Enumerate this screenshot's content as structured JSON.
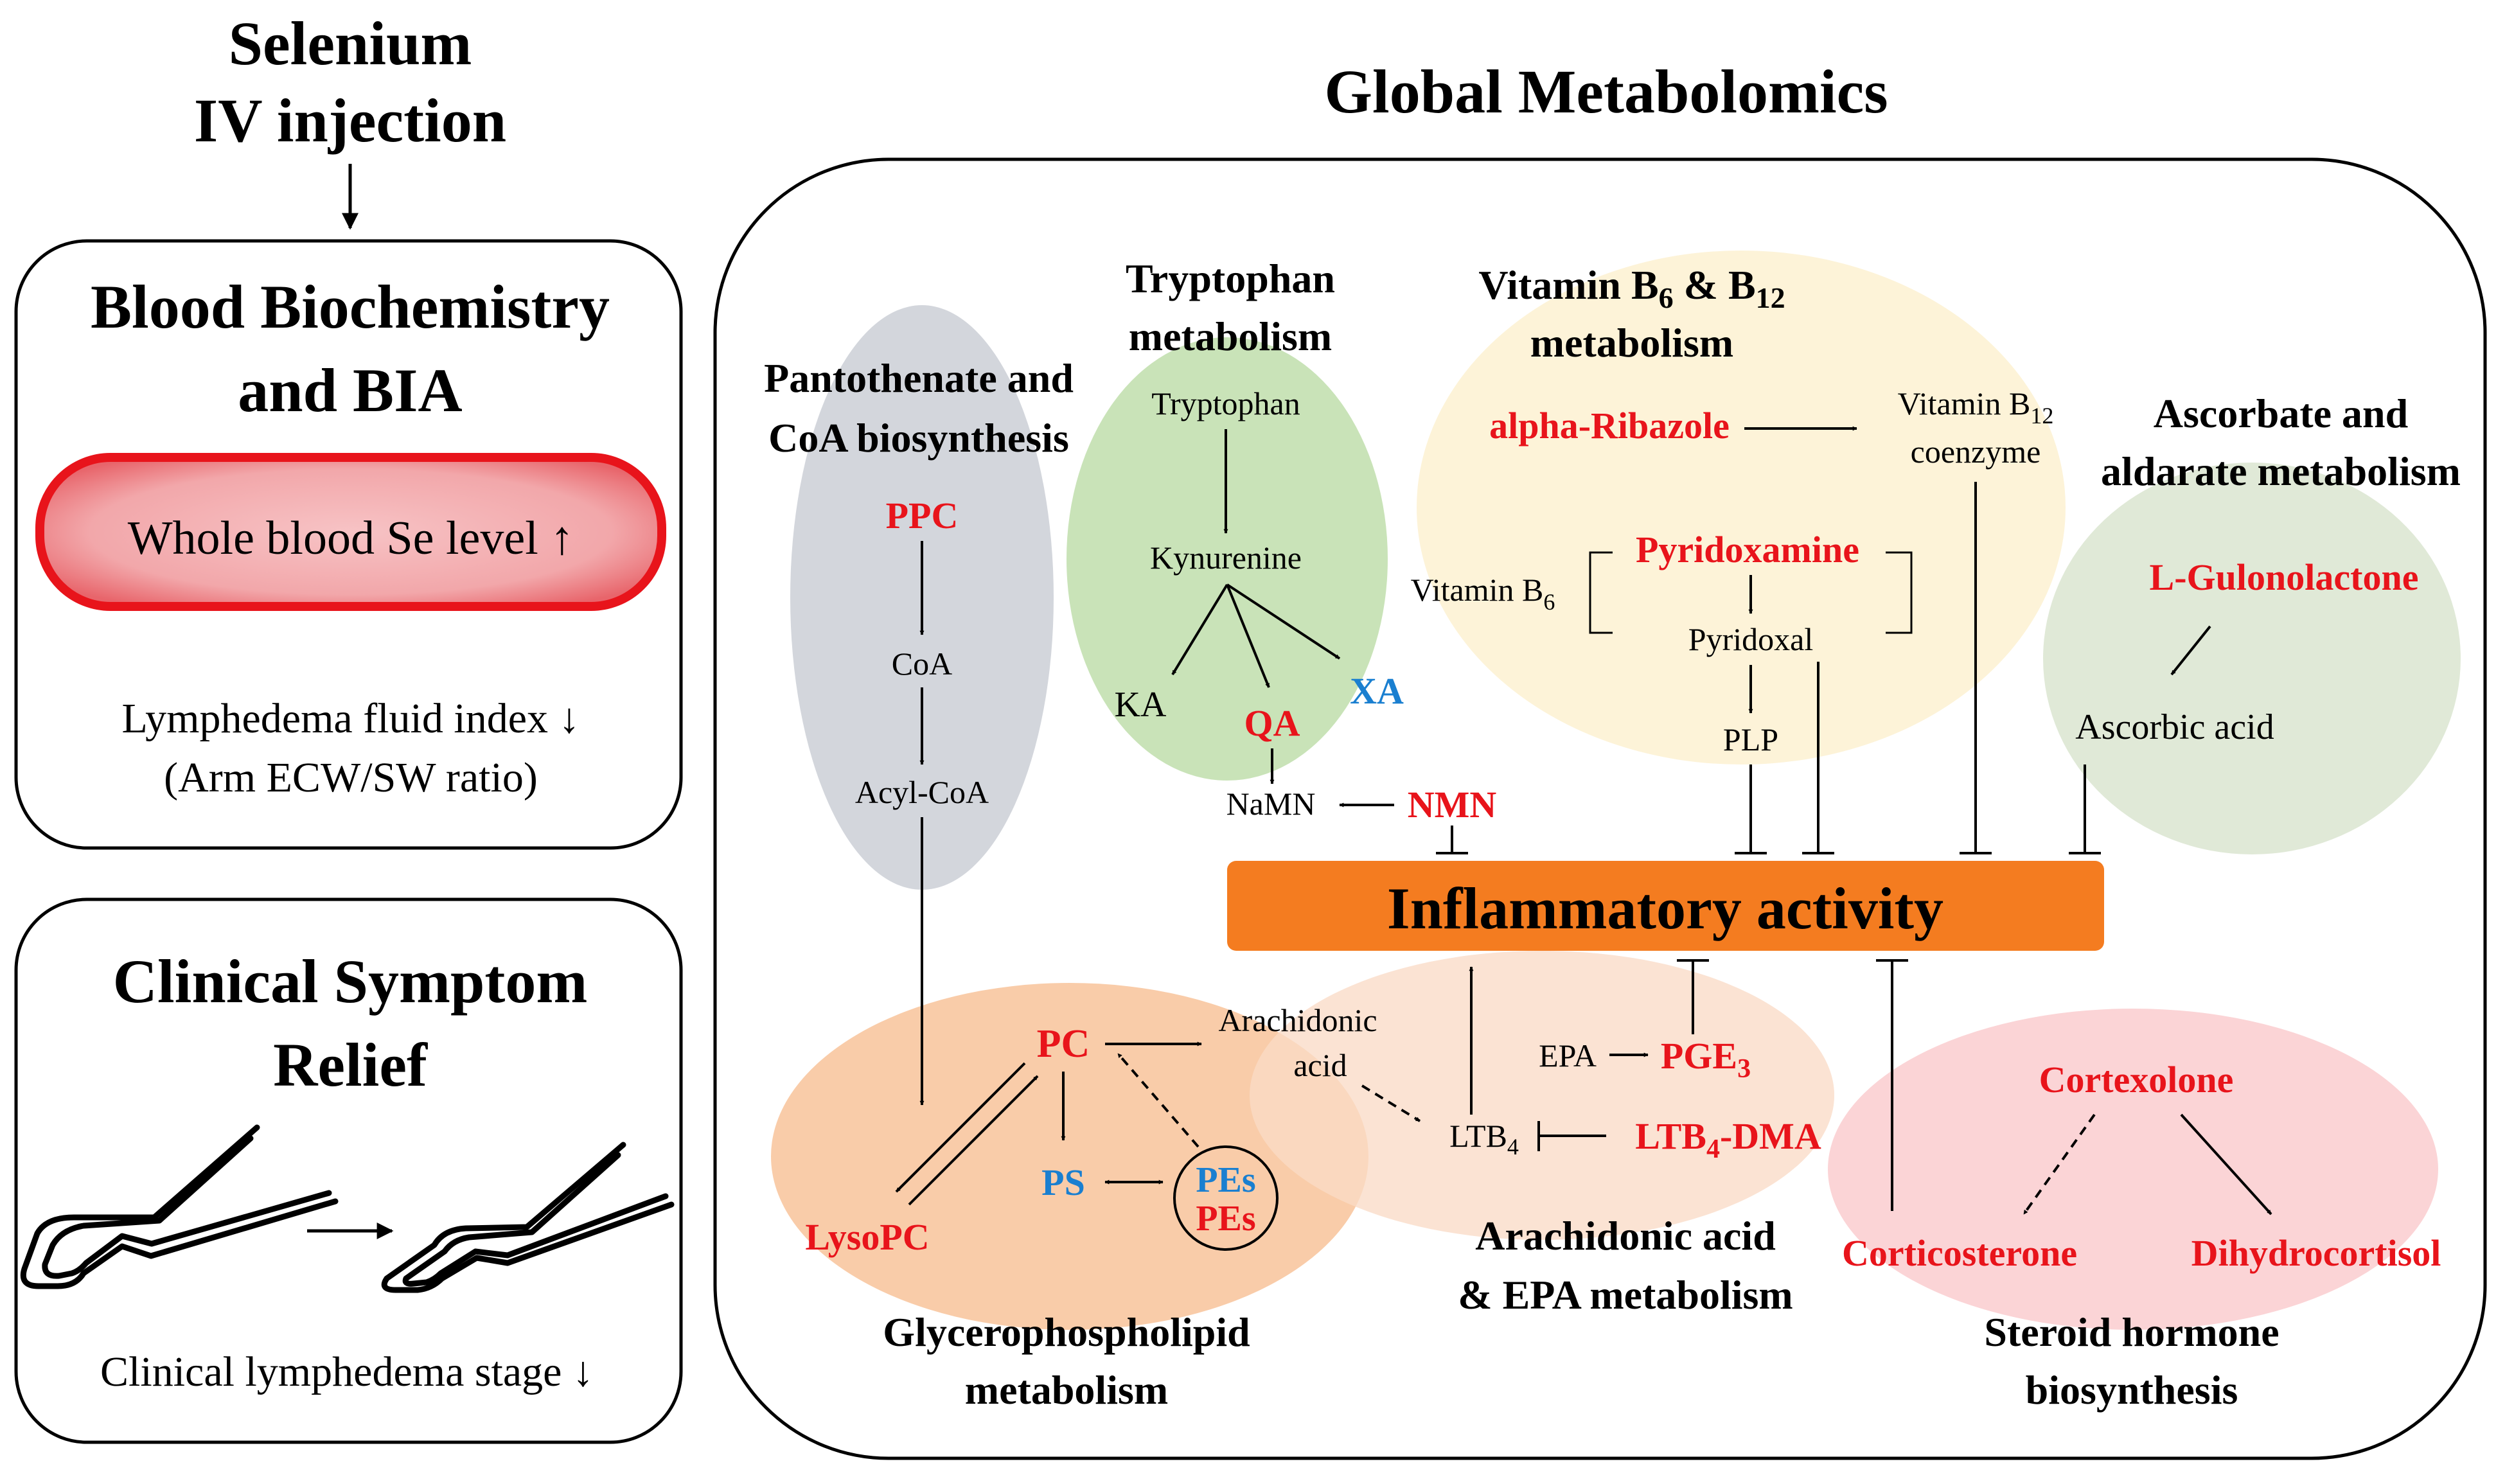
{
  "left": {
    "title_line1": "Selenium",
    "title_line2": "IV injection",
    "box1": {
      "title_line1": "Blood Biochemistry",
      "title_line2": "and BIA",
      "highlight": "Whole blood Se level ↑",
      "item_line1": "Lymphedema fluid index ↓",
      "item_line2": "(Arm ECW/SW ratio)"
    },
    "box2": {
      "title_line1": "Clinical Symptom",
      "title_line2": "Relief",
      "item": "Clinical lymphedema stage ↓"
    }
  },
  "main": {
    "title": "Global Metabolomics",
    "central": "Inflammatory activity",
    "pathways": {
      "pantothenate": {
        "label_line1": "Pantothenate and",
        "label_line2": "CoA biosynthesis",
        "ppc": "PPC",
        "coa": "CoA",
        "acylcoa": "Acyl-CoA"
      },
      "tryptophan": {
        "label_line1": "Tryptophan",
        "label_line2": "metabolism",
        "tryptophan": "Tryptophan",
        "kynurenine": "Kynurenine",
        "ka": "KA",
        "qa": "QA",
        "xa": "XA",
        "namn": "NaMN",
        "nmn": "NMN"
      },
      "vitamin": {
        "label_line1_a": "Vitamin B",
        "label_line1_sub1": "6",
        "label_line1_b": " & B",
        "label_line1_sub2": "12",
        "label_line2": "metabolism",
        "alpha_ribazole": "alpha-Ribazole",
        "b12_a": "Vitamin B",
        "b12_sub": "12",
        "b12_line2": "coenzyme",
        "b6_a": "Vitamin B",
        "b6_sub": "6",
        "pyridoxamine": "Pyridoxamine",
        "pyridoxal": "Pyridoxal",
        "plp": "PLP"
      },
      "ascorbate": {
        "label_line1": "Ascorbate and",
        "label_line2": "aldarate metabolism",
        "gulonolactone": "L-Gulonolactone",
        "ascorbic": "Ascorbic  acid"
      },
      "glycero": {
        "label_line1": "Glycerophospholipid",
        "label_line2": "metabolism",
        "pc": "PC",
        "ps": "PS",
        "lysopc": "LysoPC",
        "pes_blue": "PEs",
        "pes_red": "PEs"
      },
      "arachidonic": {
        "label_line1": "Arachidonic acid",
        "label_line2": "& EPA metabolism",
        "aa_line1": "Arachidonic",
        "aa_line2": "acid",
        "ltb4_a": "LTB",
        "ltb4_sub": "4",
        "epa": "EPA",
        "pge3_a": "PGE",
        "pge3_sub": "3",
        "ltb4dma_a": "LTB",
        "ltb4dma_sub": "4",
        "ltb4dma_b": "-DMA"
      },
      "steroid": {
        "label_line1": "Steroid hormone",
        "label_line2": "biosynthesis",
        "cortexolone": "Cortexolone",
        "corticosterone": "Corticosterone",
        "dihydrocortisol": "Dihydrocortisol"
      }
    }
  },
  "colors": {
    "red_metabolite": "#e8141b",
    "blue_metabolite": "#1a7fd0",
    "inflammatory_bar": "#f47c20",
    "pantothenate_fill": "#d3d6dc",
    "tryptophan_fill": "#c9e3b8",
    "vitamin_fill": "#fdf3d8",
    "ascorbate_fill": "#e0e9d7",
    "glycero_fill": "#f9c9a4",
    "arachidonic_fill": "#fbe3d3",
    "steroid_fill": "#fbd4d6",
    "highlight_fill": "#f2a7aa",
    "highlight_border": "#e8141b"
  },
  "icons": [
    "hand-before-icon",
    "hand-after-icon"
  ]
}
